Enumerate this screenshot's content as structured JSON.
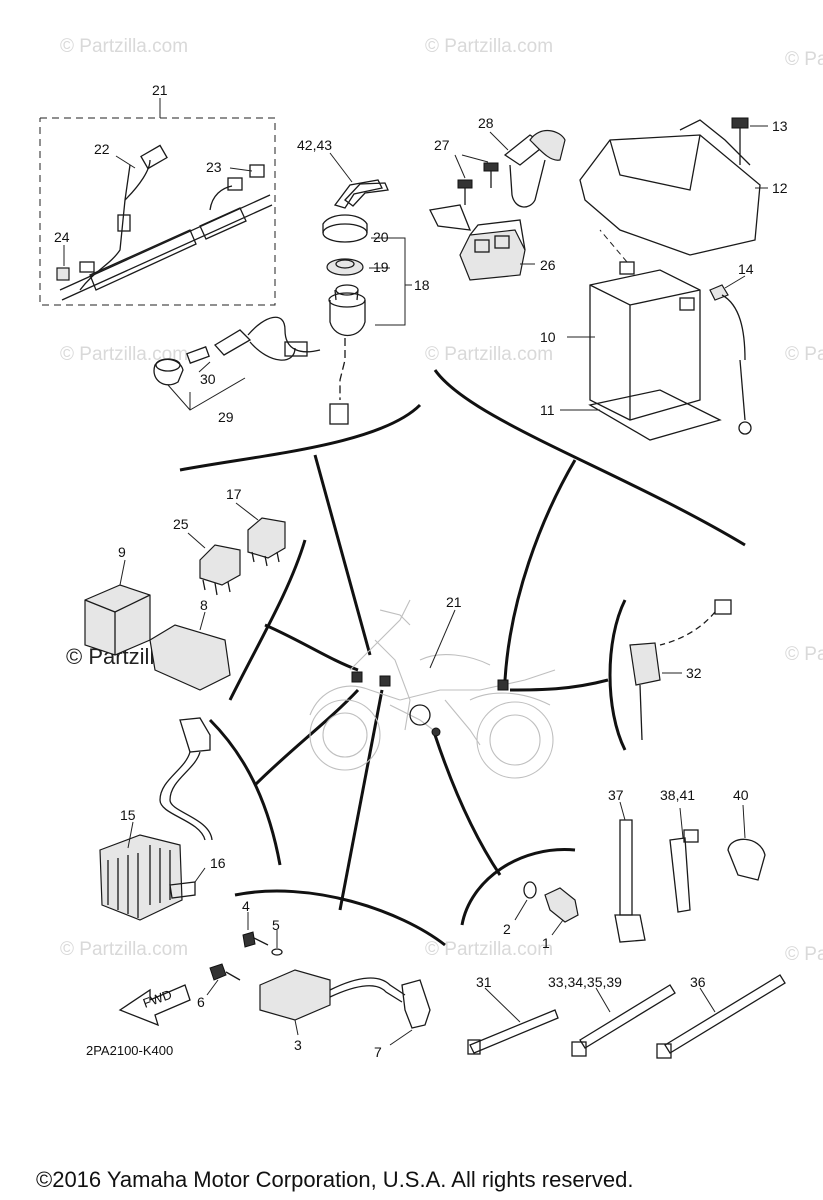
{
  "diagram": {
    "code": "2PA2100-K400",
    "copyright": "©2016 Yamaha Motor Corporation, U.S.A. All rights reserved.",
    "fwd_label": "FWD",
    "watermark": "© Partzilla.com"
  },
  "callouts": {
    "c1": "1",
    "c2": "2",
    "c3": "3",
    "c4": "4",
    "c5": "5",
    "c6": "6",
    "c7": "7",
    "c8": "8",
    "c9": "9",
    "c10": "10",
    "c11": "11",
    "c12": "12",
    "c13": "13",
    "c14": "14",
    "c15": "15",
    "c16": "16",
    "c17": "17",
    "c18": "18",
    "c19": "19",
    "c20": "20",
    "c21a": "21",
    "c21b": "21",
    "c22": "22",
    "c23": "23",
    "c24": "24",
    "c25": "25",
    "c26": "26",
    "c27": "27",
    "c28": "28",
    "c29": "29",
    "c30": "30",
    "c31": "31",
    "c32": "32",
    "c33": "33,34,35,39",
    "c36": "36",
    "c37": "37",
    "c38": "38,41",
    "c40": "40",
    "c42": "42,43"
  }
}
